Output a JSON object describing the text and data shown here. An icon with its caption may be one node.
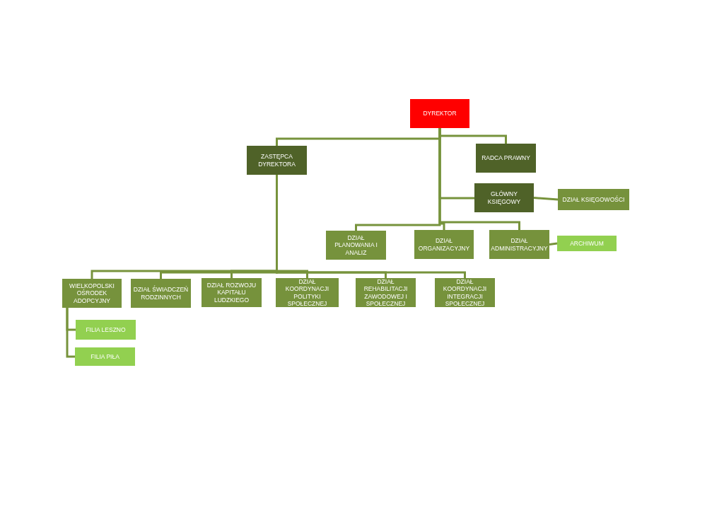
{
  "diagram": {
    "nodes": [
      {
        "text": [
          "DYREKTOR"
        ]
      },
      {
        "text": [
          "ZASTĘPCA DYREKTORA"
        ]
      },
      {
        "text": [
          "RADCA PRAWNY"
        ]
      },
      {
        "text": [
          "GŁÓWNY KSIĘGOWY"
        ]
      },
      {
        "text": [
          "DZIAŁ KSIĘGOWOŚCI"
        ]
      },
      {
        "text": [
          "DZIAŁ PLANOWANIA I ANALIZ"
        ]
      },
      {
        "text": [
          "DZIAŁ ORGANIZACYJNY"
        ]
      },
      {
        "text": [
          "DZIAŁ ADMINISTRACYJNY"
        ]
      },
      {
        "text": [
          "ARCHIWUM"
        ]
      },
      {
        "text": [
          "WIELKOPOLSKI OŚRODEK ADOPCYJNY"
        ]
      },
      {
        "text": [
          "DZIAŁ ŚWIADCZEŃ RODZINNYCH"
        ]
      },
      {
        "text": [
          "DZIAŁ ROZWOJU KAPITAŁU LUDZKIEGO"
        ]
      },
      {
        "text": [
          "DZIAŁ KOORDYNACJI POLITYKI SPOŁECZNEJ"
        ]
      },
      {
        "text": [
          "DZIAŁ REHABILITACJI ZAWODOWEJ I SPOŁECZNEJ"
        ]
      },
      {
        "text": [
          "DZIAŁ KOORDYNACJI INTEGRACJI SPOŁECZNEJ"
        ]
      },
      {
        "text": [
          "FILIA LESZNO"
        ]
      },
      {
        "text": [
          "FILIA PIŁA"
        ]
      }
    ],
    "edges": [
      {
        "from": 0,
        "to": 1,
        "arrow": "none"
      },
      {
        "from": 0,
        "to": 2,
        "arrow": "none"
      },
      {
        "from": 0,
        "to": 3,
        "arrow": "none"
      },
      {
        "from": 3,
        "to": 4,
        "arrow": "none"
      },
      {
        "from": 0,
        "to": 5,
        "arrow": "none"
      },
      {
        "from": 0,
        "to": 6,
        "arrow": "none"
      },
      {
        "from": 0,
        "to": 7,
        "arrow": "none"
      },
      {
        "from": 7,
        "to": 8,
        "arrow": "none"
      },
      {
        "from": 1,
        "to": 9,
        "arrow": "none"
      },
      {
        "from": 1,
        "to": 10,
        "arrow": "none"
      },
      {
        "from": 1,
        "to": 11,
        "arrow": "none"
      },
      {
        "from": 1,
        "to": 12,
        "arrow": "none"
      },
      {
        "from": 1,
        "to": 13,
        "arrow": "none"
      },
      {
        "from": 1,
        "to": 14,
        "arrow": "none"
      },
      {
        "from": 9,
        "to": 15,
        "arrow": "none"
      },
      {
        "from": 9,
        "to": 16,
        "arrow": "none"
      }
    ]
  }
}
